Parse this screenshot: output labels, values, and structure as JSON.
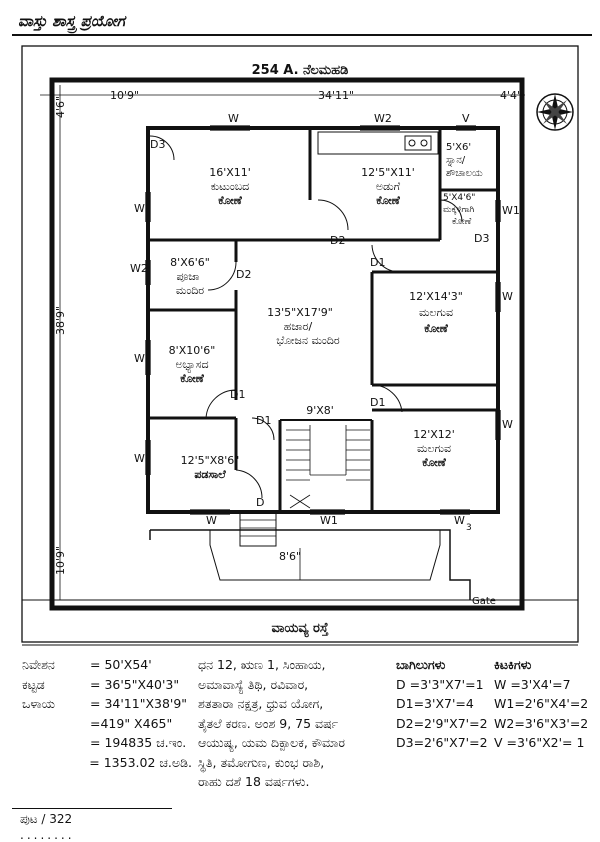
{
  "header": {
    "title": "ವಾಸ್ತು ಶಾಸ್ತ್ರ ಪ್ರಯೋಗ"
  },
  "plan": {
    "title": "254 A. ನೆಲಮಹಡಿ",
    "dims": {
      "left": "10'9\"",
      "mid": "34'11\"",
      "right": "4'4\"",
      "top_v": "4'6\"",
      "mid_v": "38'9\"",
      "bottom_v": "10'9\"",
      "entrance": "8'6\""
    },
    "rooms": {
      "family": [
        "16'X11'",
        "ಕುಟುಂಬದ",
        "ಕೋಣೆ"
      ],
      "kitchen": [
        "12'5\"X11'",
        "ಅಡುಗೆ",
        "ಕೋಣೆ"
      ],
      "bath": [
        "5'X6'",
        "ಸ್ನಾನ/",
        "ಶೌಚಾಲಯ"
      ],
      "bath2": [
        "5'X4'6\"",
        "ಮಕ್ಕಳಿಗಾಗಿ",
        "ಕೋಣೆ"
      ],
      "pooja": [
        "8'X6'6\"",
        "ಪೂಜಾ",
        "ಮಂದಿರ"
      ],
      "hall": [
        "13'5\"X17'9\"",
        "ಹಜಾರ/",
        "ಭೋಜನ ಮಂದಿರ"
      ],
      "bed1": [
        "12'X14'3\"",
        "ಮಲಗುವ",
        "ಕೋಣೆ"
      ],
      "study": [
        "8'X10'6\"",
        "ಅಭ್ಯಾಸದ",
        "ಕೋಣೆ"
      ],
      "stairs": "9'X8'",
      "bed2": [
        "12'X12'",
        "ಮಲಗುವ",
        "ಕೋಣೆ"
      ],
      "verandah": [
        "12'5\"X8'6\"",
        "ಪಡಸಾಲೆ"
      ]
    },
    "marks": {
      "W": "W",
      "W1": "W1",
      "W2": "W2",
      "V": "V",
      "D": "D",
      "D1": "D1",
      "D2": "D2",
      "D3": "D3",
      "three": "3"
    },
    "gate": "Gate",
    "road": "ವಾಯವ್ಯ ರಸ್ತೆ"
  },
  "specs": [
    {
      "label": "ನಿವೇಶನ",
      "value": "= 50'X54'"
    },
    {
      "label": "ಕಟ್ಟಡ",
      "value": "= 36'5\"X40'3\""
    },
    {
      "label": "ಒಳಾಯ",
      "value": "= 34'11\"X38'9\""
    },
    {
      "label": "",
      "value": "=419\" X465\""
    },
    {
      "label": "",
      "value": "= 194835 ಚ.ಇಂ."
    },
    {
      "label": "",
      "value": "= 1353.02 ಚ.ಅಡಿ."
    }
  ],
  "astro": [
    "ಧನ 12, ಋಣ 1, ಸಿಂಹಾಯ,",
    "ಅಮಾವಾಸ್ಯೆ ತಿಥಿ, ರವಿವಾರ,",
    "ಶತತಾರಾ ನಕ್ಷತ್ರ, ಧ್ರುವ ಯೋಗ,",
    "ತೈತಲೆ ಕರಣ. ಅಂಶ 9, 75 ವರ್ಷ",
    "ಆಯುಷ್ಯ, ಯಮ ದಿಕ್ಪಾಲಕ, ಕೌಮಾರ",
    "ಸ್ಥಿತಿ, ತಮೋಗುಣ, ಕುಂಭ ರಾಶಿ,",
    "ರಾಹು ದಶೆ 18 ವರ್ಷಗಳು."
  ],
  "tables": {
    "doors_head": "ಬಾಗಿಲುಗಳು",
    "windows_head": "ಕಿಟಕಿಗಳು",
    "rows": [
      {
        "door": "D =3'3\"X7'=1",
        "window": "W =3'X4'=7"
      },
      {
        "door": "D1=3'X7'=4",
        "window": "W1=2'6\"X4'=2"
      },
      {
        "door": "D2=2'9\"X7'=2",
        "window": "W2=3'6\"X3'=2"
      },
      {
        "door": "D3=2'6\"X7'=2",
        "window": "V =3'6\"X2'= 1"
      }
    ]
  },
  "footer": {
    "page": "ಪುಟ / 322",
    "dots": "........"
  }
}
